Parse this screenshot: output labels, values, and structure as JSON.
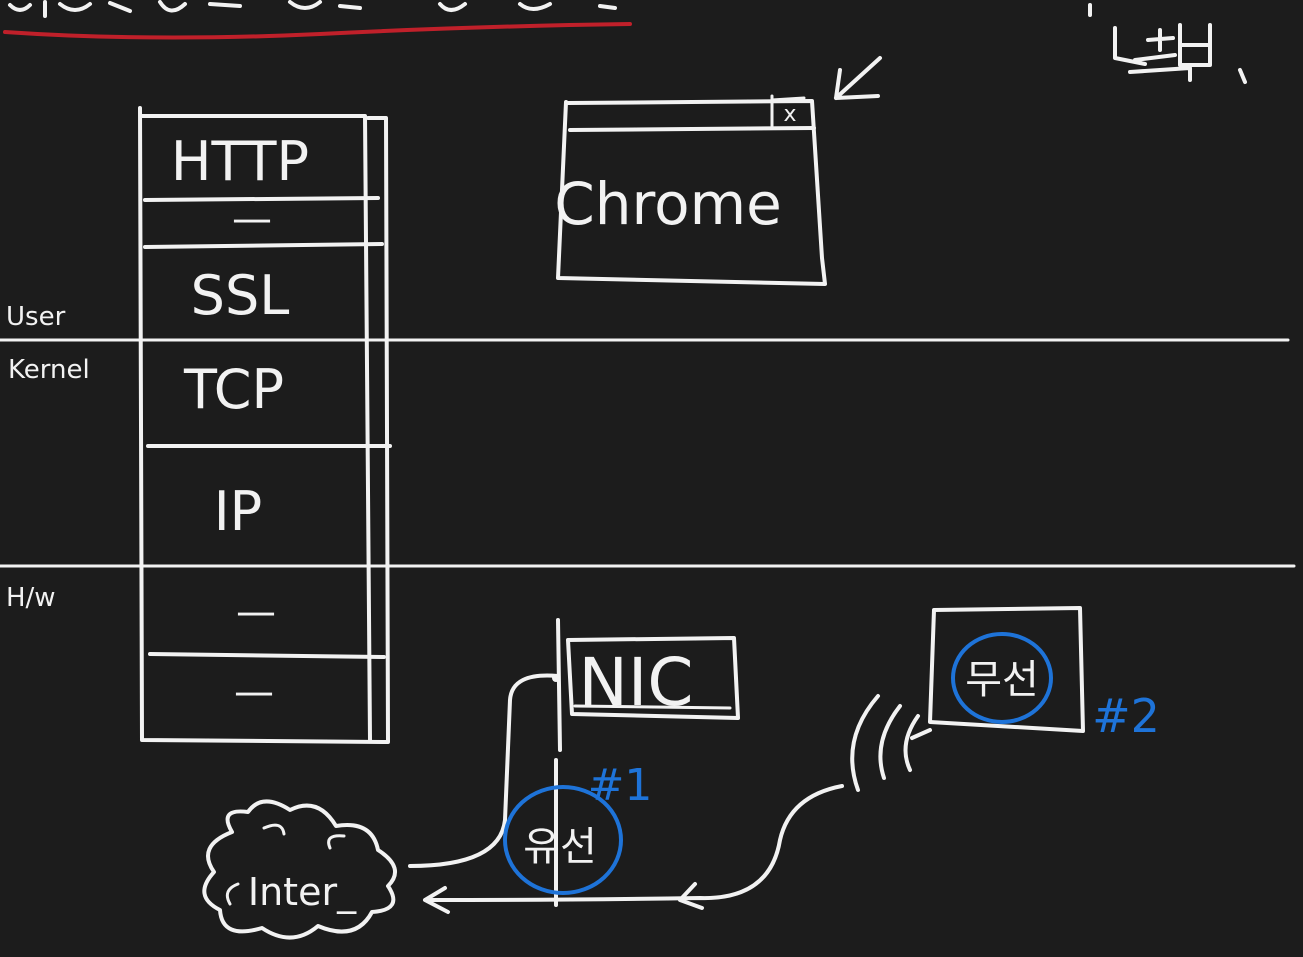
{
  "header": {
    "top_line_text": "",
    "top_right_text": "노드분"
  },
  "layers": {
    "stack": [
      "HTTP",
      "—",
      "SSL",
      "TCP",
      "IP",
      "—",
      "—"
    ]
  },
  "zones": {
    "user": "User",
    "kernel": "Kernel",
    "hw": "H/w"
  },
  "chrome_window": {
    "title": "Chrome",
    "close_glyph": "x"
  },
  "nic": {
    "label": "NIC"
  },
  "annotations": {
    "marker_1": "#1",
    "marker_1_text": "유선",
    "marker_2": "#2",
    "marker_2_text": "무선"
  },
  "internet": {
    "label": "Inter_"
  },
  "colors": {
    "background": "#1c1c1c",
    "chalk": "#f2f2f2",
    "marker_blue": "#1e73d8",
    "underline_red": "#c0202a"
  }
}
